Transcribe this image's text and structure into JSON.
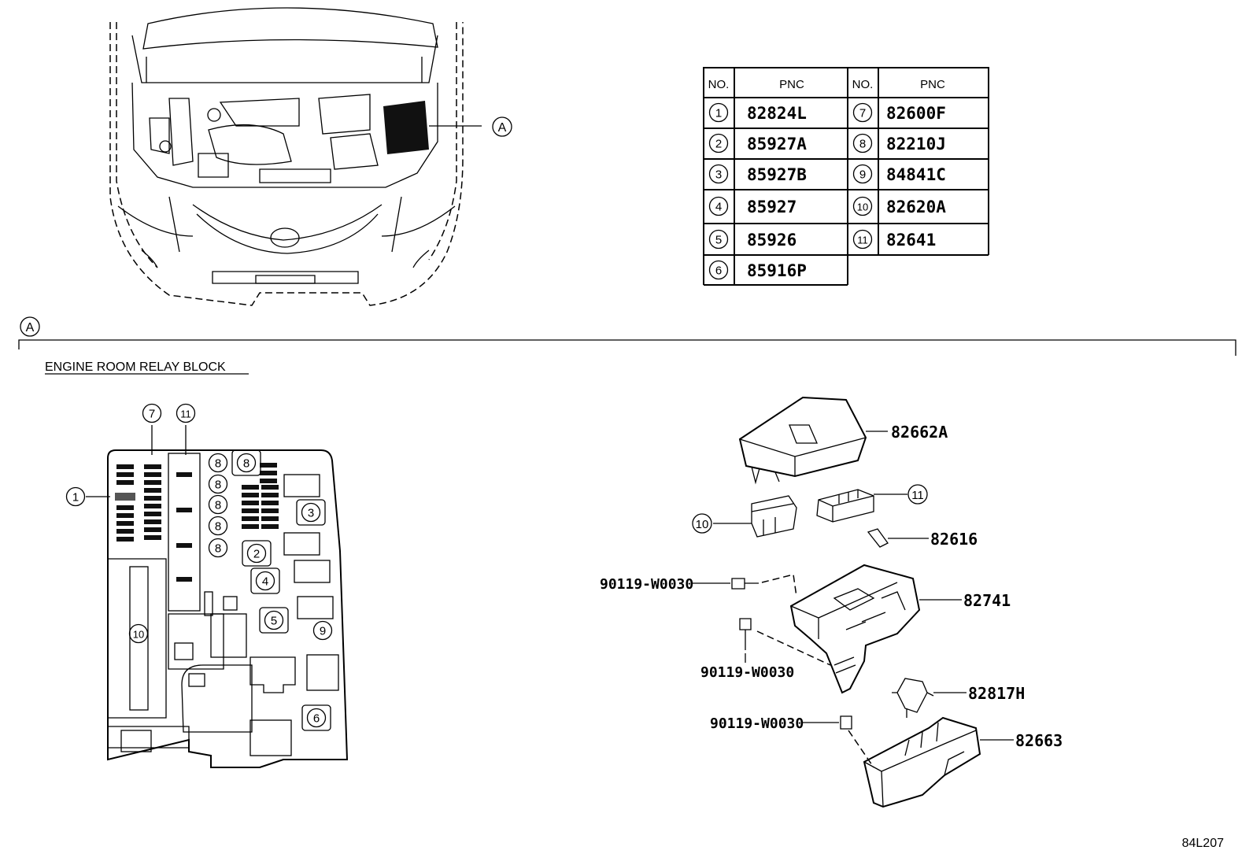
{
  "table": {
    "headers": {
      "no": "NO.",
      "pnc": "PNC"
    },
    "rows": [
      {
        "no": "1",
        "pnc": "82824L"
      },
      {
        "no": "2",
        "pnc": "85927A"
      },
      {
        "no": "3",
        "pnc": "85927B"
      },
      {
        "no": "4",
        "pnc": "85927"
      },
      {
        "no": "5",
        "pnc": "85926"
      },
      {
        "no": "6",
        "pnc": "85916P"
      },
      {
        "no": "7",
        "pnc": "82600F"
      },
      {
        "no": "8",
        "pnc": "82210J"
      },
      {
        "no": "9",
        "pnc": "84841C"
      },
      {
        "no": "10",
        "pnc": "82620A"
      },
      {
        "no": "11",
        "pnc": "82641"
      }
    ]
  },
  "callout_a": "A",
  "section_title": "ENGINE ROOM RELAY BLOCK",
  "relay_block_callouts": [
    "1",
    "2",
    "3",
    "4",
    "5",
    "6",
    "7",
    "8",
    "8",
    "8",
    "8",
    "8",
    "8",
    "9",
    "10",
    "11"
  ],
  "exploded_parts": {
    "cover": "82662A",
    "p11": "11",
    "p10": "10",
    "small_part": "82616",
    "bolt_1": "90119-W0030",
    "bracket": "82741",
    "bolt_2": "90119-W0030",
    "clip": "82817H",
    "bolt_3": "90119-W0030",
    "lower_cover": "82663"
  },
  "figure_code": "84L207"
}
